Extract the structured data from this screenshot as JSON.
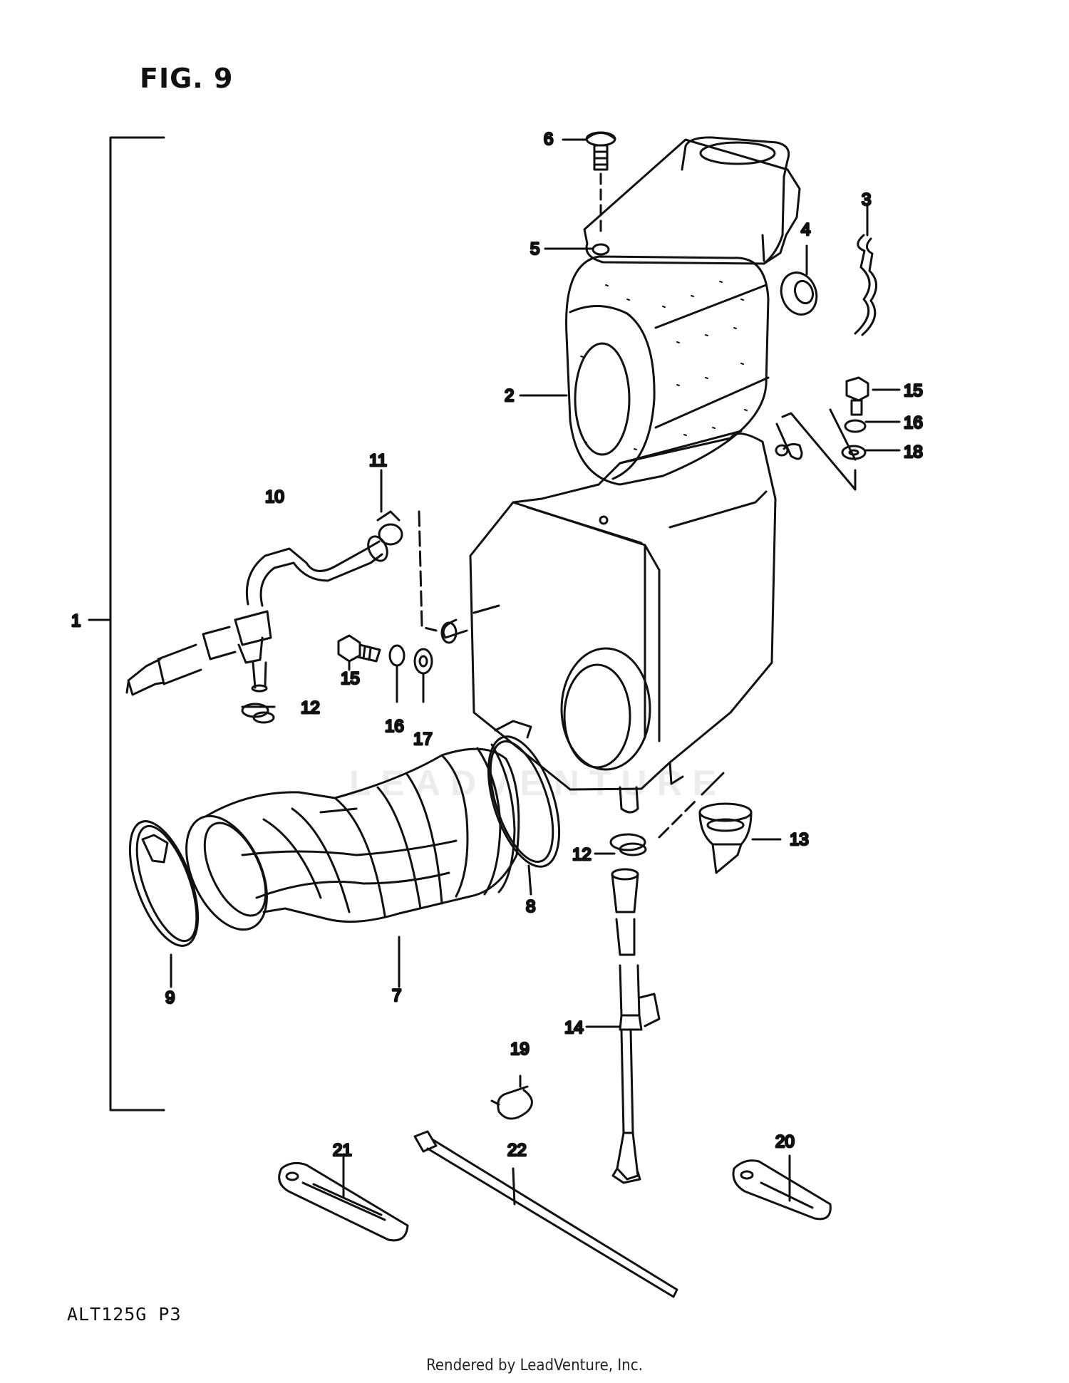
{
  "figure": {
    "title": "FIG. 9",
    "page_code": "ALT125G  P3"
  },
  "watermark": "LEADVENTURE",
  "footer": "Rendered by LeadVenture, Inc.",
  "callouts": {
    "c1": "1",
    "c2": "2",
    "c3": "3",
    "c4": "4",
    "c5": "5",
    "c6": "6",
    "c7": "7",
    "c8": "8",
    "c9": "9",
    "c10": "10",
    "c11": "11",
    "c12a": "12",
    "c12b": "12",
    "c13": "13",
    "c14": "14",
    "c15a": "15",
    "c15b": "15",
    "c16a": "16",
    "c16b": "16",
    "c17": "17",
    "c18": "18",
    "c19": "19",
    "c20": "20",
    "c21": "21",
    "c22": "22"
  },
  "parts": [
    "air-cleaner-assembly",
    "air-filter-element",
    "clip",
    "cushion",
    "cap-cover",
    "screw",
    "outlet-tube",
    "clamp",
    "clamp",
    "breather-hose",
    "clamp",
    "clip",
    "drain-plug",
    "drain-hose",
    "bolt",
    "lock-washer",
    "washer",
    "washer",
    "clip",
    "clamp-band",
    "clamp-band",
    "cable-tie"
  ]
}
